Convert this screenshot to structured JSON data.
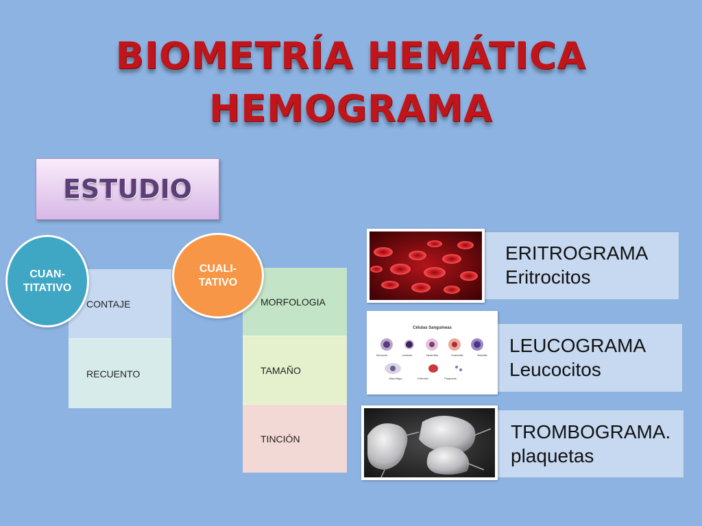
{
  "title": {
    "line1": "BIOMETRÍA HEMÁTICA",
    "line2": "HEMOGRAMA"
  },
  "estudio": {
    "label": "ESTUDIO"
  },
  "cuantitativo": {
    "circle_label": "CUAN-\nTITATIVO",
    "items": [
      "CONTAJE",
      "RECUENTO"
    ]
  },
  "cualitativo": {
    "circle_label": "CUALI-\nTATIVO",
    "items": [
      "MORFOLOGIA",
      "TAMAÑO",
      "TINCIÓN"
    ]
  },
  "cards": [
    {
      "label": "ERITROGRAMA\nEritrocitos",
      "image_icon": "red-blood-cells-photo"
    },
    {
      "label": "LEUCOGRAMA\nLeucocitos",
      "image_icon": "blood-cells-chart-photo"
    },
    {
      "label": "TROMBOGRAMA.\nplaquetas",
      "image_icon": "platelets-photo"
    }
  ],
  "blood_chart": {
    "heading": "Células Sanguíneas",
    "row1": [
      "Monocito",
      "Linfocito",
      "Neutrófilo",
      "Eosinófilo",
      "Basófilo"
    ],
    "row2": [
      "Macrófago",
      "Eritrocito",
      "Plaquetas"
    ]
  },
  "colors": {
    "background": "#8db3e2",
    "title": "#c0151b",
    "cuantitativo_circle": "#4bacc6",
    "cualitativo_circle": "#f79646"
  }
}
